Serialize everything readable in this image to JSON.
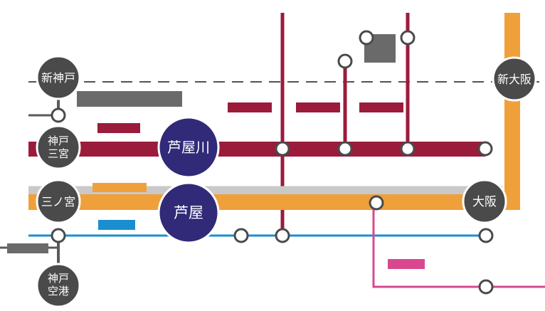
{
  "stations": {
    "shin_kobe": "新神戸",
    "kobe_sannomiya": [
      "神戸",
      "三宮"
    ],
    "sannomiya": "三ノ宮",
    "kobe_airport": [
      "神戸",
      "空港"
    ],
    "ashiyagawa": "芦屋川",
    "ashiya": "芦屋",
    "osaka": "大阪",
    "shin_osaka": "新大阪"
  },
  "colors": {
    "hankyu": "#9b1b3b",
    "jr": "#f0a03a",
    "blue_line": "#1a8fcf",
    "pink_line": "#d9488f",
    "station_dark": "#4a4a4a",
    "station_main": "#302a78",
    "connector": "#5a5a5a",
    "shinkansen": "#1a1a1a"
  }
}
